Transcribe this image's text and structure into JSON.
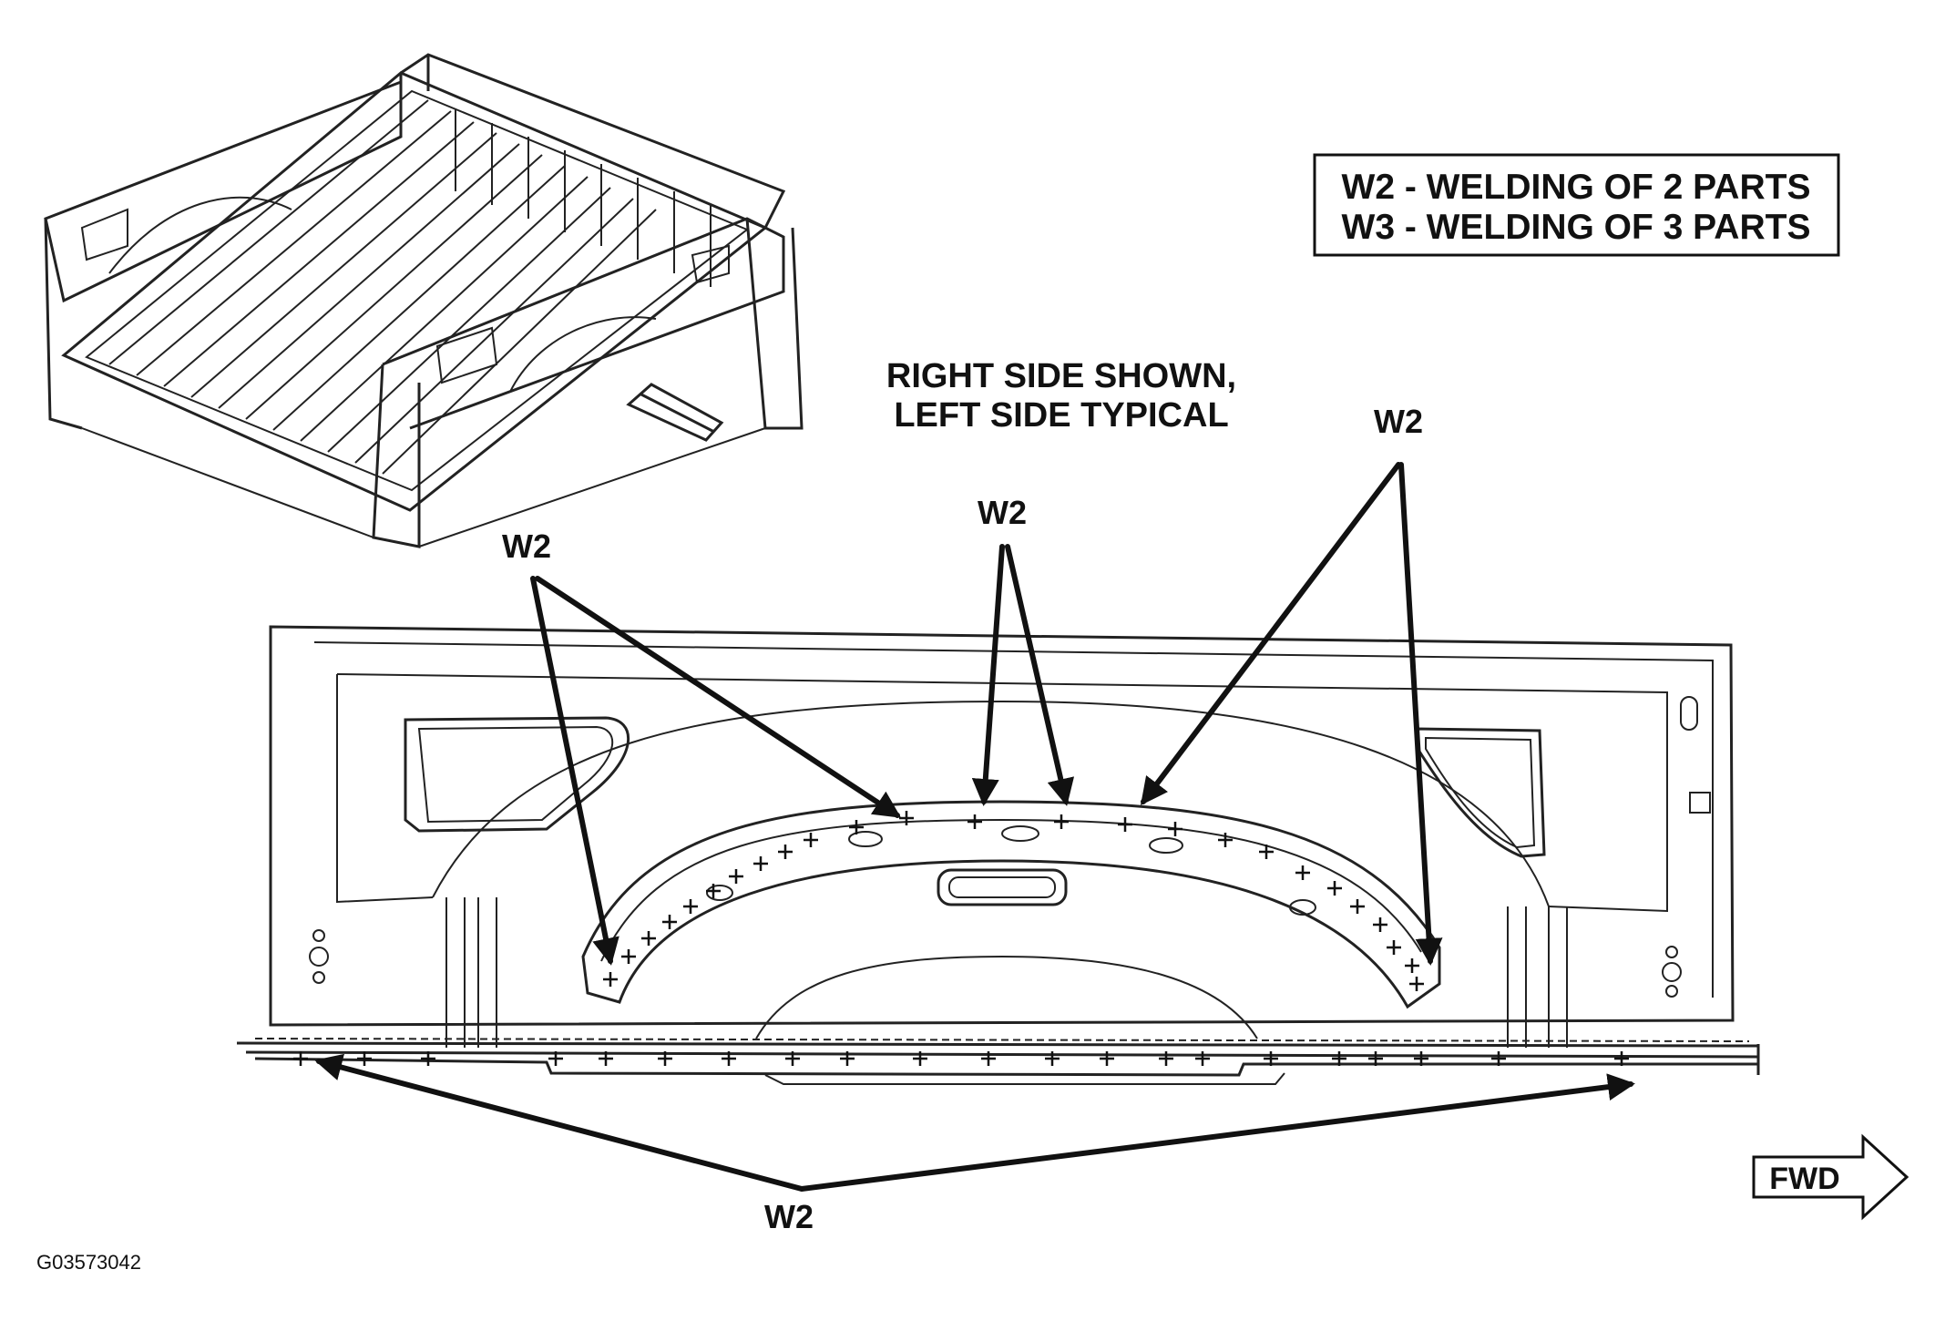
{
  "legend": {
    "line1": "W2 - WELDING OF 2 PARTS",
    "line2": "W3 - WELDING OF 3 PARTS"
  },
  "note": {
    "line1": "RIGHT SIDE SHOWN,",
    "line2": "LEFT SIDE TYPICAL"
  },
  "callouts": {
    "left": "W2",
    "center": "W2",
    "right": "W2",
    "bottom": "W2"
  },
  "direction": {
    "label": "FWD"
  },
  "figure_id": "G03573042",
  "icons": {
    "truck_bed": "pickup-truck-bed-illustration",
    "view_arrow": "view-direction-arrow-icon",
    "fwd_arrow": "forward-arrow-icon",
    "weld_mark": "weld-point-plus-icon"
  },
  "colors": {
    "ink": "#111111",
    "paper": "#ffffff"
  }
}
